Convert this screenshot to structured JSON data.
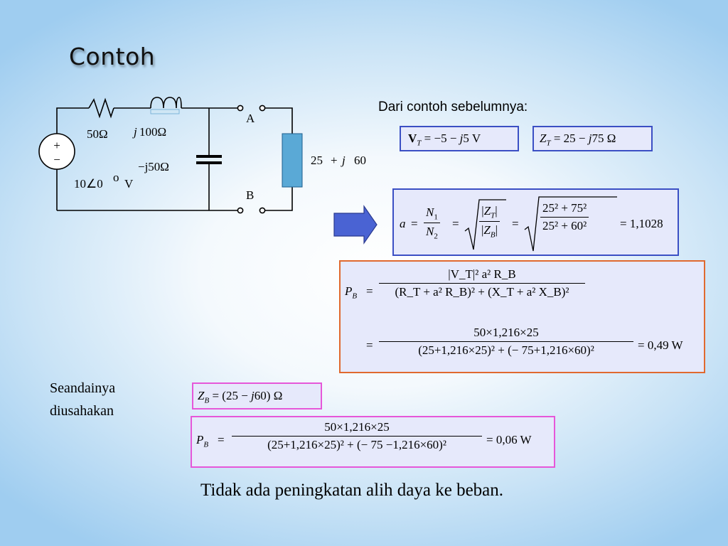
{
  "slide": {
    "title": "Contoh",
    "conclusion": "Tidak ada peningkatan alih daya ke beban."
  },
  "circuit": {
    "resistor": "50Ω",
    "inductor_j": "j",
    "inductor_val": "100Ω",
    "capacitor": "−j50Ω",
    "source_mag": "10∠0",
    "source_deg": "o",
    "source_unit": "V",
    "source_plus": "+",
    "source_minus": "−",
    "node_a": "A",
    "node_b": "B",
    "load_real": "25",
    "load_plus": "+",
    "load_j": "j",
    "load_imag": "60",
    "arrow_color": "#4a63d3",
    "load_color": "#5aa9d6"
  },
  "intro": {
    "text": "Dari contoh sebelumnya:"
  },
  "box_vt": {
    "lhs": "V",
    "sub": "T",
    "rhs": "= −5 −",
    "j": "j",
    "val": "5  V"
  },
  "box_zt": {
    "lhs": "Z",
    "sub": "T",
    "rhs": "= 25 −",
    "j": "j",
    "val": "75  Ω"
  },
  "turns": {
    "a": "a",
    "eq1": "=",
    "n1": "N",
    "n1_sub": "1",
    "n2": "N",
    "n2_sub": "2",
    "eq2": "=",
    "zt": "Z",
    "zt_sub": "T",
    "zb": "Z",
    "zb_sub": "B",
    "eq3": "=",
    "num_expr": "25² + 75²",
    "den_expr": "25² + 60²",
    "result": "= 1,1028"
  },
  "power": {
    "pb": "P",
    "pb_sub": "B",
    "eq": "=",
    "num": "|V_T|² a² R_B",
    "den": "(R_T + a² R_B)² + (X_T + a² X_B)²",
    "eq2": "=",
    "num2": "50×1,216×25",
    "den2": "(25+1,216×25)² + (− 75+1,216×60)²",
    "result": "= 0,49  W"
  },
  "note": {
    "line1": "Seandainya",
    "line2": "diusahakan"
  },
  "zb_box": {
    "lhs": "Z",
    "sub": "B",
    "rhs": "= (25 −",
    "j": "j",
    "val": "60) Ω"
  },
  "pb_box": {
    "pb": "P",
    "pb_sub": "B",
    "eq": "=",
    "num": "50×1,216×25",
    "den": "(25+1,216×25)² + (− 75 −1,216×60)²",
    "result": "= 0,06  W"
  }
}
